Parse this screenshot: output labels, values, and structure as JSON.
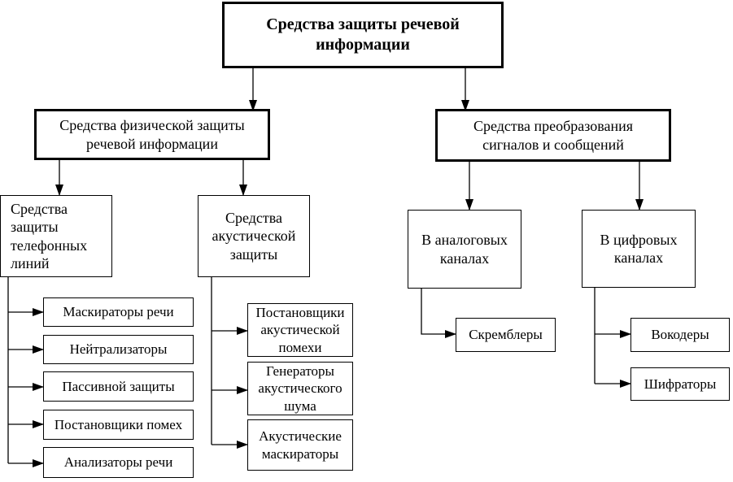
{
  "root": {
    "label": "Средства защиты речевой\nинформации"
  },
  "physical": {
    "label": "Средства физической защиты\nречевой информации",
    "telephone": {
      "label": "Средства\nзащиты\nтелефонных\nлиний",
      "items": [
        "Маскираторы речи",
        "Нейтрализаторы",
        "Пассивной защиты",
        "Постановщики помех",
        "Анализаторы речи"
      ]
    },
    "acoustic": {
      "label": "Средства\nакустической\nзащиты",
      "items": [
        "Постановщики\nакустической\nпомехи",
        "Генераторы\nакустического\nшума",
        "Акустические\nмаскираторы"
      ]
    }
  },
  "transform": {
    "label": "Средства преобразования\nсигналов и сообщений",
    "analog": {
      "label": "В аналоговых\nканалах",
      "items": [
        "Скремблеры"
      ]
    },
    "digital": {
      "label": "В цифровых\nканалах",
      "items": [
        "Вокодеры",
        "Шифраторы"
      ]
    }
  }
}
